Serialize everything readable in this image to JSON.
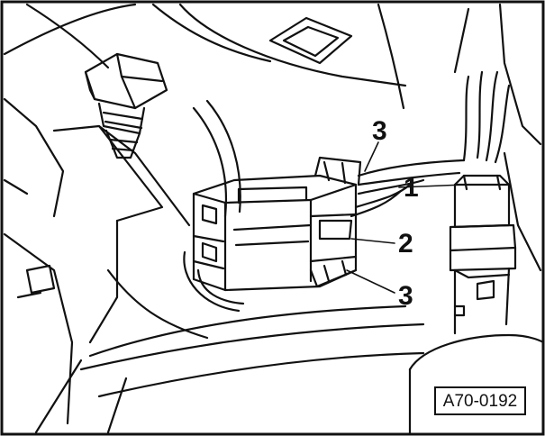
{
  "figure": {
    "callouts": [
      {
        "id": "callout-1",
        "text": "1"
      },
      {
        "id": "callout-2",
        "text": "2"
      },
      {
        "id": "callout-3-top",
        "text": "3"
      },
      {
        "id": "callout-3-bottom",
        "text": "3"
      }
    ],
    "reference_code": "A70-0192"
  },
  "colors": {
    "line": "#111111",
    "background": "#ffffff"
  }
}
